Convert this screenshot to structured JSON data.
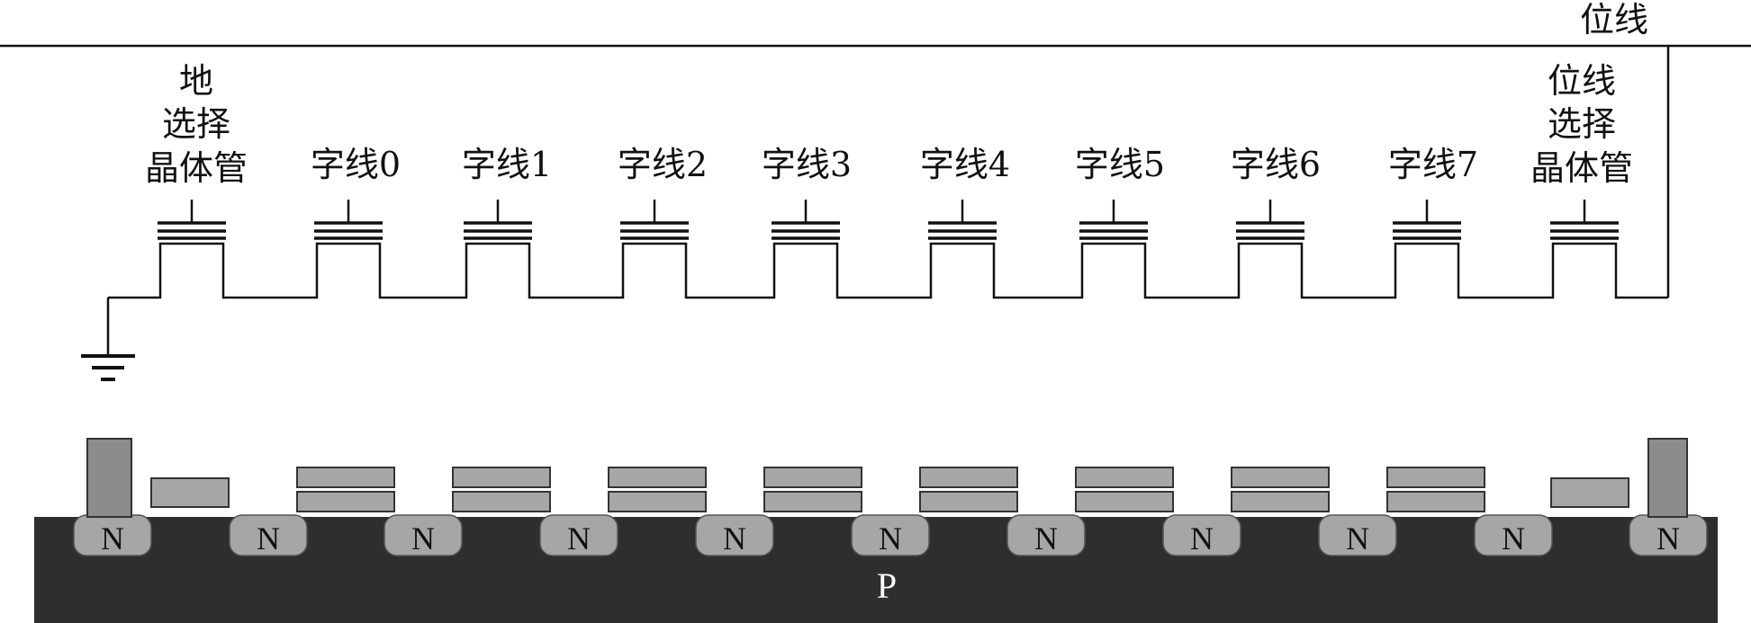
{
  "labels": {
    "bitline": "位线",
    "gnd_select": [
      "地",
      "选择",
      "晶体管"
    ],
    "wordlines": [
      "字线0",
      "字线1",
      "字线2",
      "字线3",
      "字线4",
      "字线5",
      "字线6",
      "字线7"
    ],
    "bit_select": [
      "位线",
      "选择",
      "晶体管"
    ],
    "n_region": "N",
    "substrate": "P"
  },
  "colors": {
    "line": "#111111",
    "substrate": "#2e2e2e",
    "n_well": "#a6a6a6",
    "gate": "#a6a6a6",
    "gate_stroke": "#333333"
  }
}
